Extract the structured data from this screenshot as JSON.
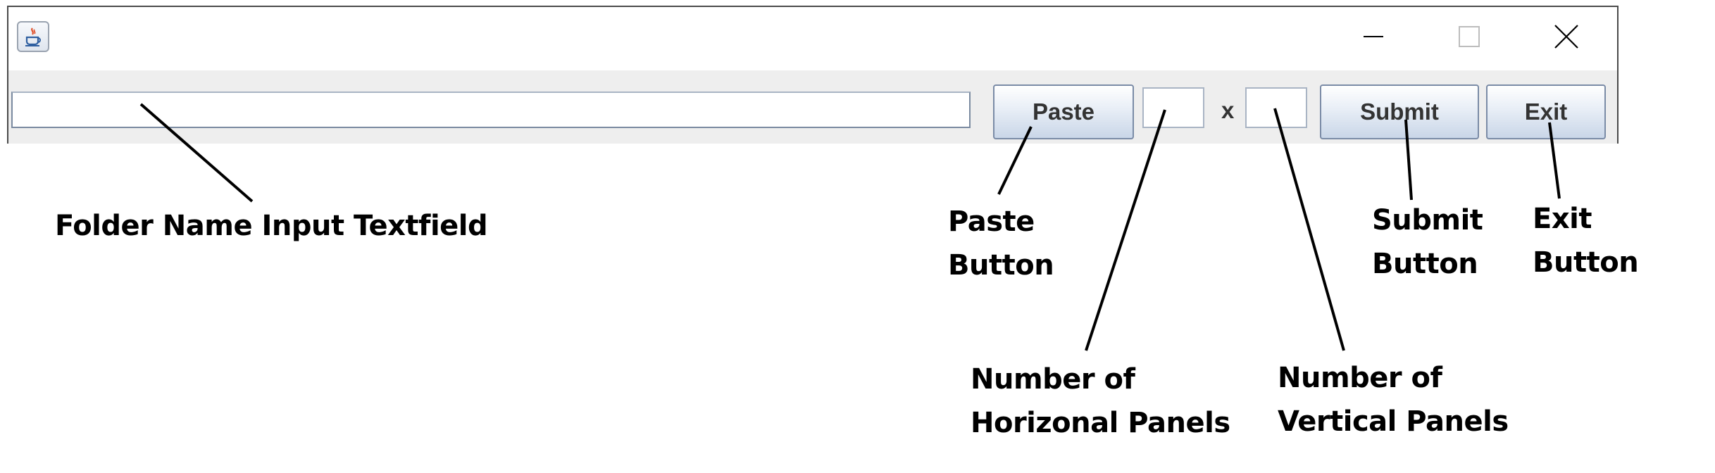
{
  "window": {
    "icon": "java-cup-icon",
    "controls": {
      "minimize_icon": "minimize-icon",
      "maximize_icon": "maximize-icon",
      "close_icon": "close-icon"
    }
  },
  "toolbar": {
    "folder_input_value": "",
    "paste_label": "Paste",
    "horizontal_panels_value": "",
    "times_label": "x",
    "vertical_panels_value": "",
    "submit_label": "Submit",
    "exit_label": "Exit"
  },
  "callouts": {
    "folder_input": "Folder Name Input Textfield",
    "paste_line1": "Paste",
    "paste_line2": "Button",
    "horizontal_line1": "Number of",
    "horizontal_line2": "Horizonal Panels",
    "vertical_line1": "Number of",
    "vertical_line2": "Vertical Panels",
    "submit_line1": "Submit",
    "submit_line2": "Button",
    "exit_line1": "Exit",
    "exit_line2": "Button"
  }
}
